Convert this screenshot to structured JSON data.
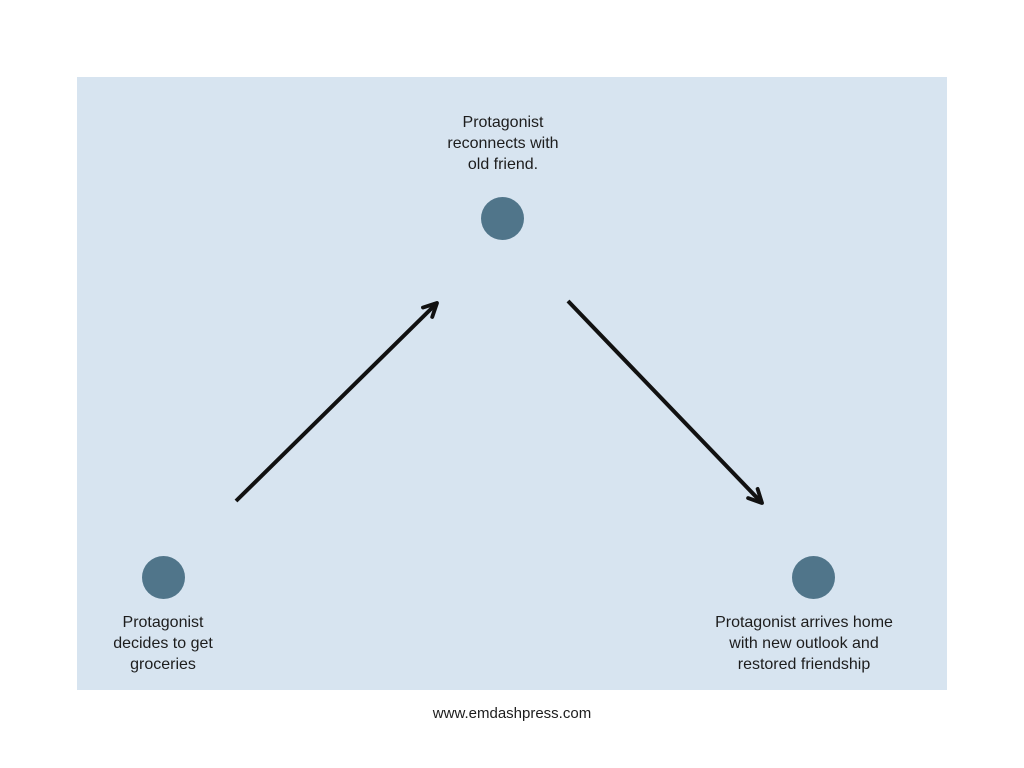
{
  "colors": {
    "page_background": "#ffffff",
    "panel_background": "#d7e4f0",
    "node_dot": "#50758a",
    "arrow": "#111111",
    "text": "#1d1d1d"
  },
  "diagram": {
    "type": "story-arc",
    "top_node": {
      "label": "Protagonist\nreconnects with\nold friend."
    },
    "left_node": {
      "label": "Protagonist\ndecides to get\ngroceries"
    },
    "right_node": {
      "label": "Protagonist arrives home\nwith new outlook and\nrestored friendship"
    }
  },
  "footer": {
    "website": "www.emdashpress.com"
  }
}
